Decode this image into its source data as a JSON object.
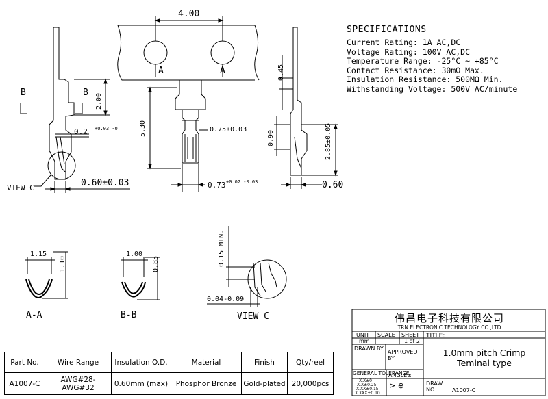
{
  "specifications": {
    "title": "SPECIFICATIONS",
    "items": [
      "Current Rating: 1A AC,DC",
      "Voltage Rating: 100V AC,DC",
      "Temperature Range: -25°C ~ +85°C",
      "Contact Resistance: 30mΩ Max.",
      "Insulation Resistance: 500MΩ Min.",
      "Withstanding Voltage: 500V AC/minute"
    ]
  },
  "dimensions": {
    "pitch": "4.00",
    "section_a": "A",
    "section_b": "B",
    "d_200": "2.00",
    "d_02": "0.2",
    "d_02_tol": "+0.03 -0",
    "d_060": "0.60±0.03",
    "view_c": "VIEW C",
    "d_530": "5.30",
    "d_075": "0.75±0.03",
    "d_073": "0.73",
    "d_073_tol": "+0.02 -0.03",
    "d_045": "0.45",
    "d_090": "0.90",
    "d_285": "2.85±0.05",
    "d_060b": "0.60",
    "d_115": "1.15",
    "d_110": "1.10",
    "aa": "A-A",
    "d_100": "1.00",
    "d_085": "0.85",
    "bb": "B-B",
    "d_015": "0.15 MIN.",
    "d_004": "0.04-0.09",
    "viewc_label": "VIEW C"
  },
  "parts_table": {
    "headers": [
      "Part No.",
      "Wire Range",
      "Insulation O.D.",
      "Material",
      "Finish",
      "Qty/reel"
    ],
    "row": [
      "A1007-C",
      "AWG#28-AWG#32",
      "0.60mm (max)",
      "Phosphor Bronze",
      "Gold-plated",
      "20,000pcs"
    ]
  },
  "title_block": {
    "company_cn": "伟昌电子科技有限公司",
    "company_en": "TRN ELECTRONIC TECHNOLOGY CO.,LTD",
    "unit_label": "UNIT",
    "unit_value": "mm",
    "scale_label": "SCALE",
    "sheet_label": "SHEET",
    "sheet_value": "1 of 2",
    "title_label": "TITLE:",
    "drawn_by": "DRAWN BY",
    "approved_by": "APPROVED BY",
    "general_tolerance": "GENERAL TOLERANCE",
    "tol_1": "X.X±0",
    "tol_2": "X.X±0.25",
    "tol_3": "X.XX±0.15",
    "tol_4": "X.XXX±0.10",
    "angle": "ANGLE±",
    "draw_no_label": "DRAW NO.:",
    "draw_no_value": "A1007-C",
    "description_1": "1.0mm pitch Crimp",
    "description_2": "Teminal type"
  }
}
